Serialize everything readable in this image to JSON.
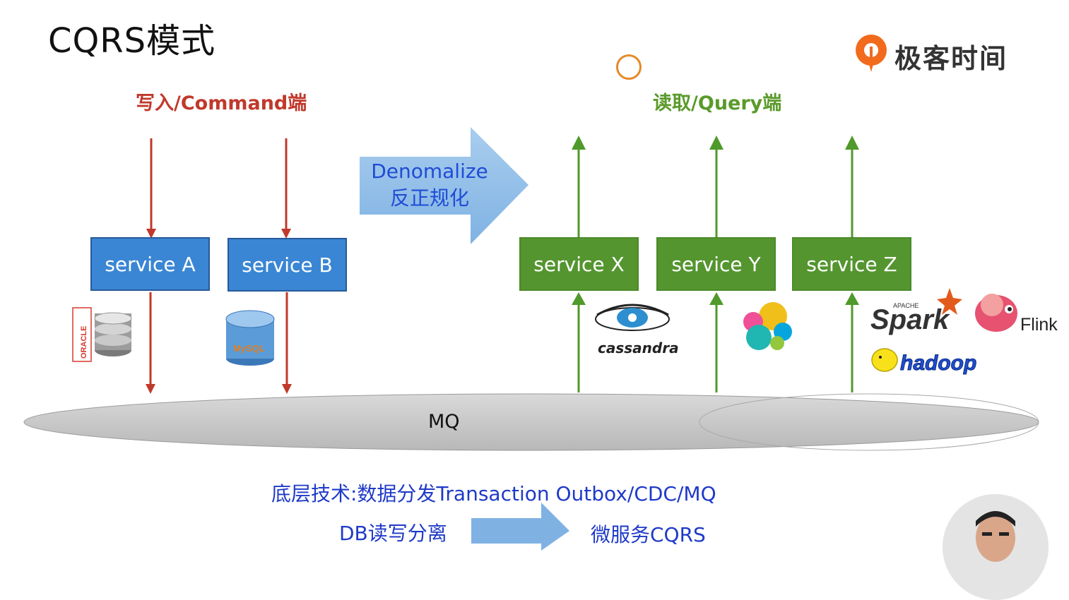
{
  "slide": {
    "title": "CQRS模式",
    "brand": "极客时间",
    "command_heading": "写入/Command端",
    "query_heading": "读取/Query端",
    "transform_label_line1": "Denomalize",
    "transform_label_line2": "反正规化",
    "mq_label": "MQ",
    "bottom_tech": "底层技术:数据分发Transaction Outbox/CDC/MQ",
    "db_separation": "DB读写分离",
    "microservice_cqrs": "微服务CQRS"
  },
  "command_services": [
    {
      "label": "service A",
      "db_logo": "oracle"
    },
    {
      "label": "service B",
      "db_logo": "mysql"
    }
  ],
  "query_services": [
    {
      "label": "service X"
    },
    {
      "label": "service Y"
    },
    {
      "label": "service Z"
    }
  ],
  "logos": {
    "oracle": "ORACLE",
    "mysql": "MySQL",
    "cassandra": "cassandra",
    "spark_top": "APACHE",
    "spark": "Spark",
    "flink": "Flink",
    "hadoop": "hadoop"
  },
  "colors": {
    "command_red": "#c0392b",
    "query_green": "#5a9a2a",
    "service_blue": "#3a86d4",
    "service_green": "#54952f",
    "text_blue": "#1f3ac8",
    "mq_gray": "#c8c8c8",
    "brand_orange": "#f26a1b"
  }
}
